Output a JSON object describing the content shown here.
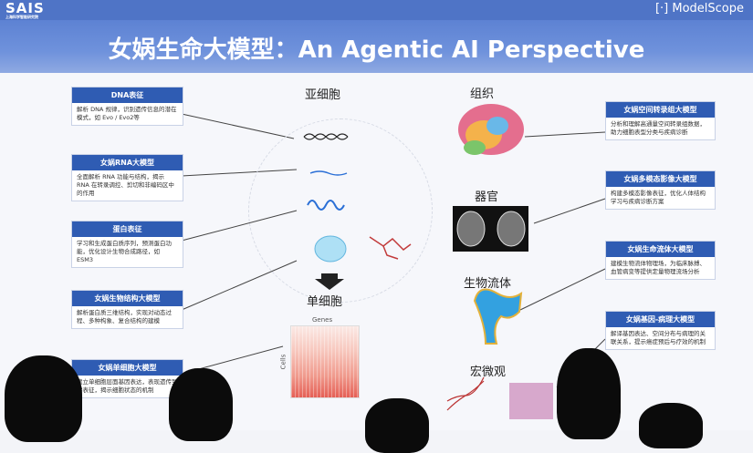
{
  "header": {
    "logo_left": "SAIS",
    "logo_left_sub": "上海科学智能研究院",
    "logo_right": "[·] ModelScope"
  },
  "slide": {
    "title": "女娲生命大模型：An Agentic AI Perspective",
    "center_labels": {
      "subcell": "亚细胞",
      "single_cell": "单细胞",
      "genes": "Genes",
      "cells": "Cells"
    },
    "right_labels": {
      "tissue": "组织",
      "organ": "器官",
      "biofluid": "生物流体",
      "macro": "宏微观"
    },
    "left_cards": [
      {
        "title": "DNA表征",
        "body": "解析 DNA 规律，识别遗传信息的潜在模式，如 Evo / Evo2等"
      },
      {
        "title": "女娲RNA大模型",
        "body": "全面解析 RNA 功能与结构，揭示 RNA 在转录调控、剪切和非编码区中的作用"
      },
      {
        "title": "蛋白表征",
        "body": "学习和生成蛋白质序列，预测蛋白功能，优化设计生物合成路径，如 ESM3"
      },
      {
        "title": "女娲生物结构大模型",
        "body": "解析蛋白质三维结构，实现对动态过程、多种构象、复合结构的建模"
      },
      {
        "title": "女娲单细胞大模型",
        "body": "建立单细胞层面基因表达，表现遗传到学表征，揭示细胞状态的机制"
      }
    ],
    "right_cards": [
      {
        "title": "女娲空间转录组大模型",
        "body": "分析和理解高通量空间转录组数据，助力细胞表型分类与疾病诊断"
      },
      {
        "title": "女娲多模态影像大模型",
        "body": "构建多模态影像表征，优化人体结构学习与疾病诊断方案"
      },
      {
        "title": "女娲生命流体大模型",
        "body": "建模生物流体物理场，为临床脉搏、血管病变等提供定量物理流场分析"
      },
      {
        "title": "女娲基因-病理大模型",
        "body": "解译基因表达、空间分布与病理的关联关系，提示癌症预后与疗效的机制"
      }
    ],
    "colors": {
      "accent": "#2f5cb3",
      "title_bg": "#5d82d3"
    }
  }
}
